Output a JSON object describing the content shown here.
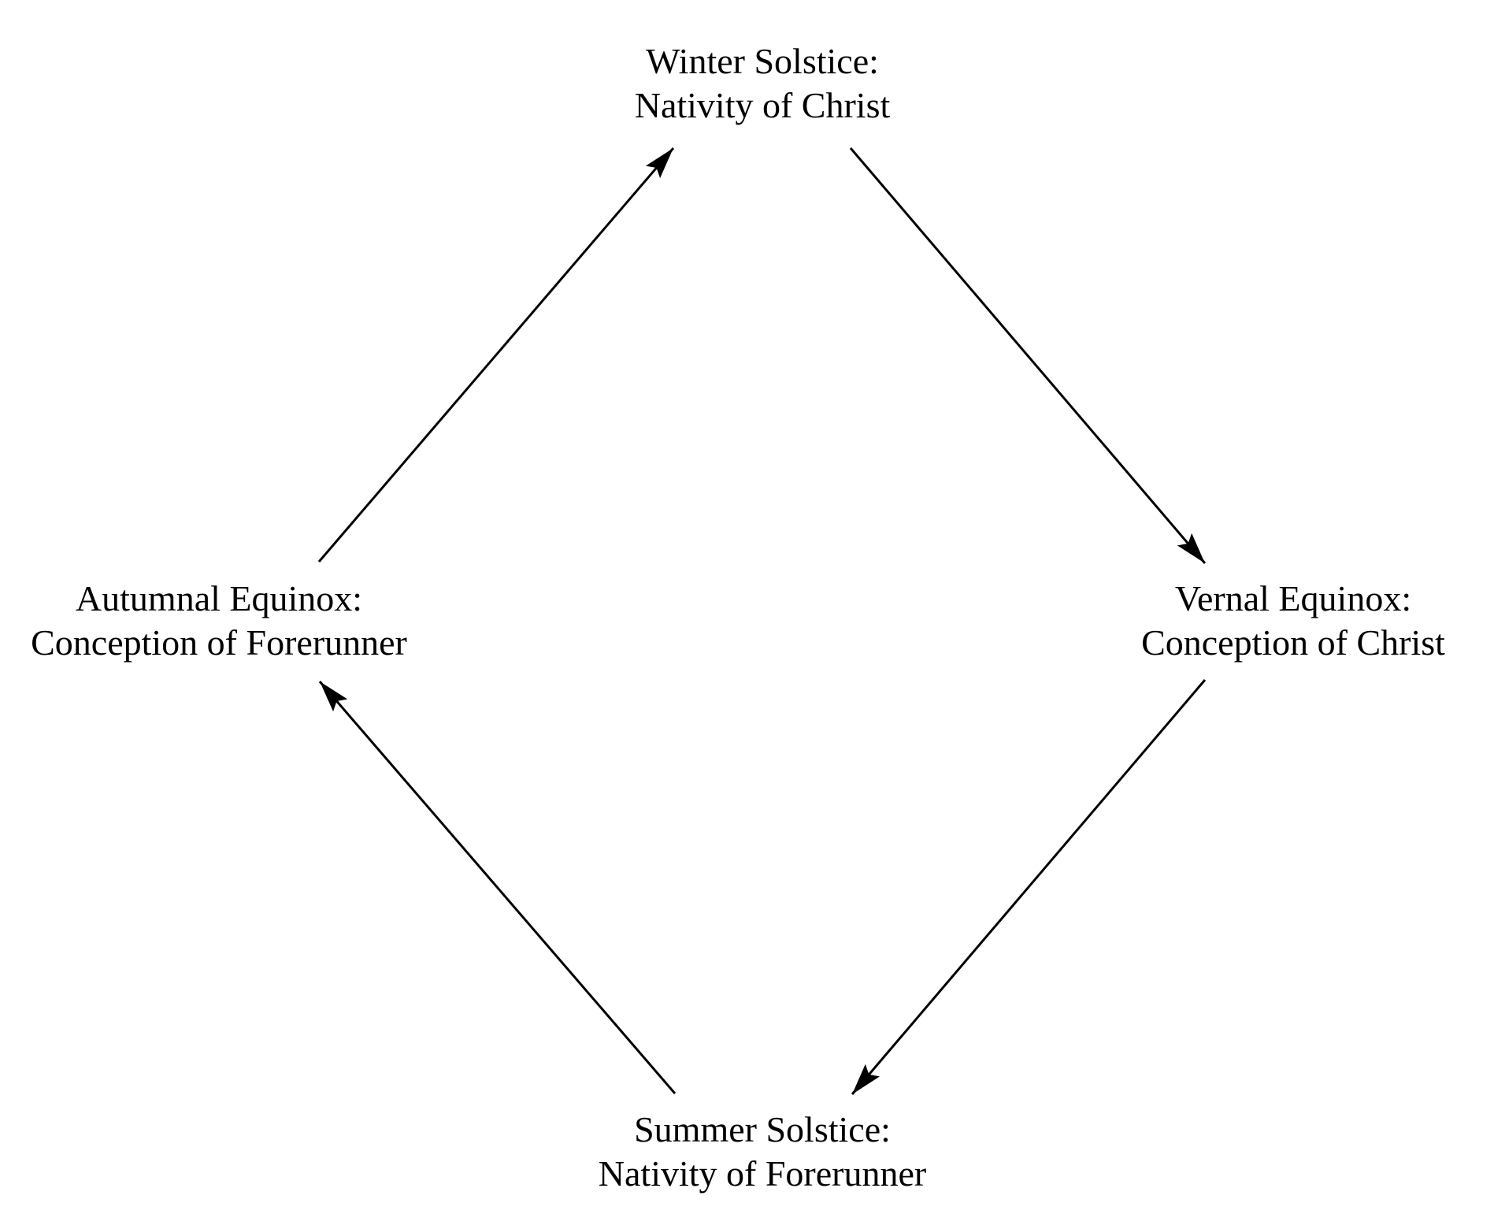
{
  "page": {
    "background_color": "#ffffff"
  },
  "diagram": {
    "type": "cycle-diagram",
    "text_color": "#000000",
    "line_color": "#000000",
    "nodes": {
      "winter": {
        "line1": "Winter Solstice:",
        "line2": "Nativity of Christ"
      },
      "vernal": {
        "line1": "Vernal Equinox:",
        "line2": "Conception of Christ"
      },
      "summer": {
        "line1": "Summer Solstice:",
        "line2": "Nativity of Forerunner"
      },
      "autumnal": {
        "line1": "Autumnal Equinox:",
        "line2": "Conception of Forerunner"
      }
    },
    "edges": [
      {
        "from": "autumnal-equinox",
        "to": "winter-solstice"
      },
      {
        "from": "winter-solstice",
        "to": "vernal-equinox"
      },
      {
        "from": "vernal-equinox",
        "to": "summer-solstice"
      },
      {
        "from": "summer-solstice",
        "to": "autumnal-equinox"
      }
    ]
  }
}
